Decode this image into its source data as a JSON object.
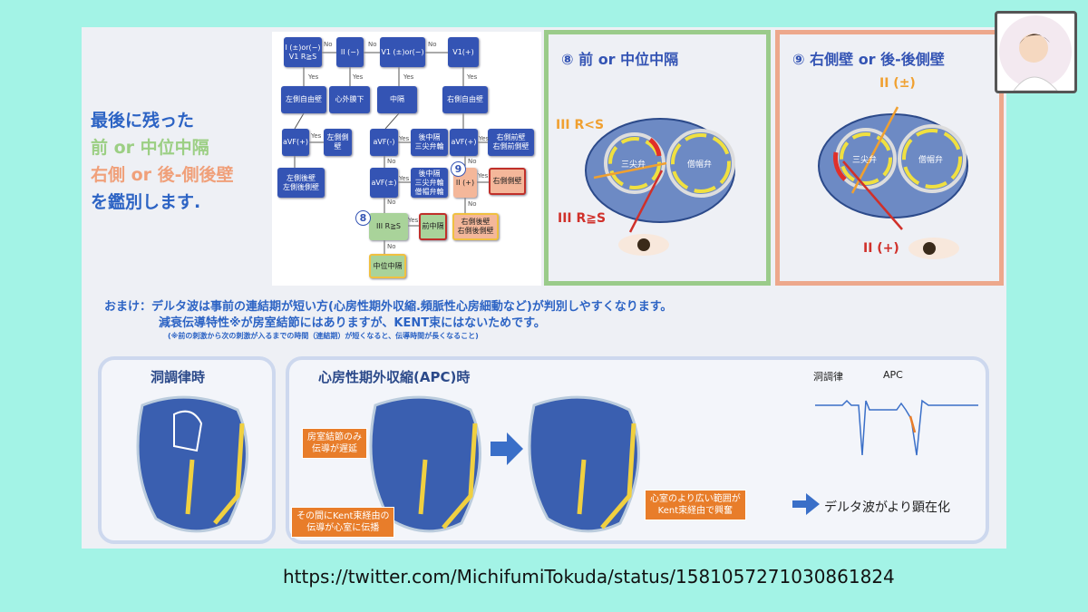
{
  "left_text": {
    "line1": "最後に残った",
    "line2": "前 or 中位中隔",
    "line3": "右側 or 後-側後壁",
    "line4": "を鑑別します."
  },
  "flowchart": {
    "boxes": [
      "I (±)or(−)\nV1 R≧S",
      "II (−)",
      "V1 (±)or(−)",
      "V1(+)",
      "左側自由壁",
      "心外膜下",
      "中隔",
      "右側自由壁",
      "aVF(+)",
      "左側側壁",
      "aVF(-)",
      "後中隔\n三尖弁輪",
      "aVF(+)",
      "右側前壁\n右側前側壁",
      "左側後壁\n左側後側壁",
      "aVF(±)",
      "後中隔\n三尖弁輪\n僧帽弁輪",
      "II (+)",
      "右側側壁",
      "III R≧S",
      "前中隔",
      "右側後壁\n右側後側壁",
      "中位中隔"
    ],
    "yes": "Yes",
    "no": "No",
    "circle8": "8",
    "circle9": "9"
  },
  "panel8": {
    "title": "⑧  前 or 中位中隔",
    "label_top": "III R<S",
    "label_bottom": "III R≧S",
    "tricuspid": "三尖弁",
    "mitral": "僧帽弁"
  },
  "panel9": {
    "title": "⑨ 右側壁 or 後-後側壁",
    "label_top": "II (±)",
    "label_bottom": "II (+)",
    "tricuspid": "三尖弁",
    "mitral": "僧帽弁"
  },
  "note": {
    "line1": "おまけ：デルタ波は事前の連結期が短い方(心房性期外収縮.頻脈性心房細動など)が判別しやすくなります。",
    "line2": "減衰伝導特性※が房室結節にはありますが、KENT束にはないためです。",
    "line3": "(※前の刺激から次の刺激が入るまでの時間（連結期）が短くなると、伝導時間が長くなること)"
  },
  "bottom": {
    "sinus_title": "洞調律時",
    "apc_title": "心房性期外収縮(APC)時",
    "callout1": "房室結節のみ\n伝導が遅延",
    "callout2": "その間にKent束経由の\n伝導が心室に伝播",
    "callout3": "心室のより広い範囲が\nKent束経由で興奮",
    "result": "デルタ波がより顕在化",
    "ecg_sinus": "洞調律",
    "ecg_apc": "APC"
  },
  "url": "https://twitter.com/MichifumiTokuda/status/1581057271030861824"
}
